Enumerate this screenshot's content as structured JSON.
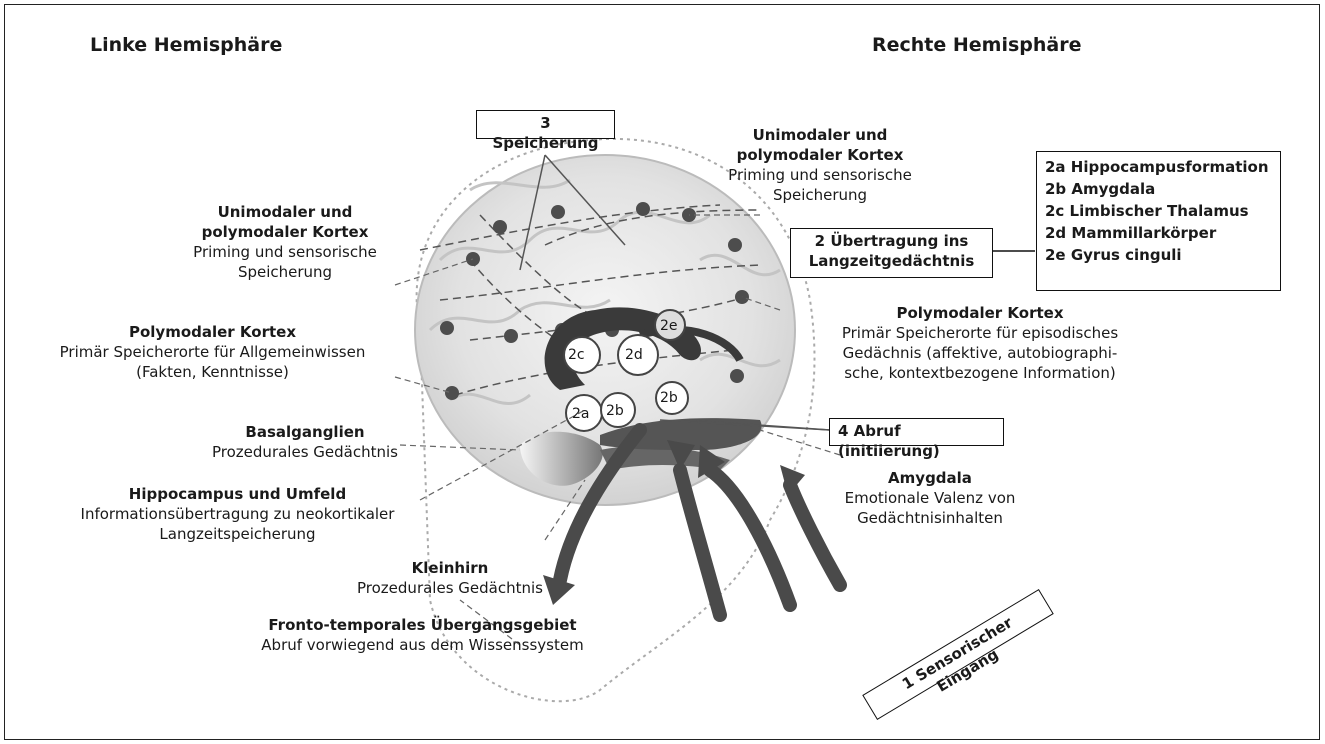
{
  "hemispheres": {
    "left": "Linke Hemisphäre",
    "right": "Rechte Hemisphäre"
  },
  "boxes": {
    "speicherung": "3 Speicherung",
    "uebertragung_line1": "2 Übertragung ins",
    "uebertragung_line2": "Langzeitgedächtnis",
    "abruf": "4 Abruf (initiierung)",
    "sensorisch": "1 Sensorischer Eingang"
  },
  "structures": [
    "2a Hippocampusformation",
    "2b Amygdala",
    "2c Limbischer Thalamus",
    "2d Mammillarkörper",
    "2e Gyrus cinguli"
  ],
  "left_labels": {
    "unimodal": {
      "title_line1": "Unimodaler und",
      "title_line2": "polymodaler Kortex",
      "desc_line1": "Priming und sensorische",
      "desc_line2": "Speicherung"
    },
    "polymodal": {
      "title": "Polymodaler Kortex",
      "desc_line1": "Primär Speicherorte für Allgemeinwissen",
      "desc_line2": "(Fakten, Kenntnisse)"
    },
    "basalganglien": {
      "title": "Basalganglien",
      "desc": "Prozedurales Gedächtnis"
    },
    "hippocampus": {
      "title": "Hippocampus und Umfeld",
      "desc_line1": "Informationsübertragung zu neokortikaler",
      "desc_line2": "Langzeitspeicherung"
    },
    "kleinhirn": {
      "title": "Kleinhirn",
      "desc": "Prozedurales Gedächtnis"
    },
    "fronto": {
      "title": "Fronto-temporales Übergangsgebiet",
      "desc": "Abruf vorwiegend aus dem Wissenssystem"
    }
  },
  "right_labels": {
    "unimodal": {
      "title_line1": "Unimodaler und",
      "title_line2": "polymodaler Kortex",
      "desc_line1": "Priming und sensorische",
      "desc_line2": "Speicherung"
    },
    "polymodal": {
      "title": "Polymodaler Kortex",
      "desc_line1": "Primär Speicherorte für episodisches",
      "desc_line2": "Gedächnis (affektive, autobiographi-",
      "desc_line3": "sche, kontextbezogene Information)"
    },
    "amygdala": {
      "title": "Amygdala",
      "desc_line1": "Emotionale Valenz von",
      "desc_line2": "Gedächtnisinhalten"
    }
  },
  "region_tags": {
    "r2a": "2a",
    "r2b_left": "2b",
    "r2b_right": "2b",
    "r2c": "2c",
    "r2d": "2d",
    "r2e": "2e"
  },
  "colors": {
    "arrow": "#4a4a4a",
    "cortex_dots": "#4d4d4d",
    "brain_fill": "#e6e6e6"
  }
}
